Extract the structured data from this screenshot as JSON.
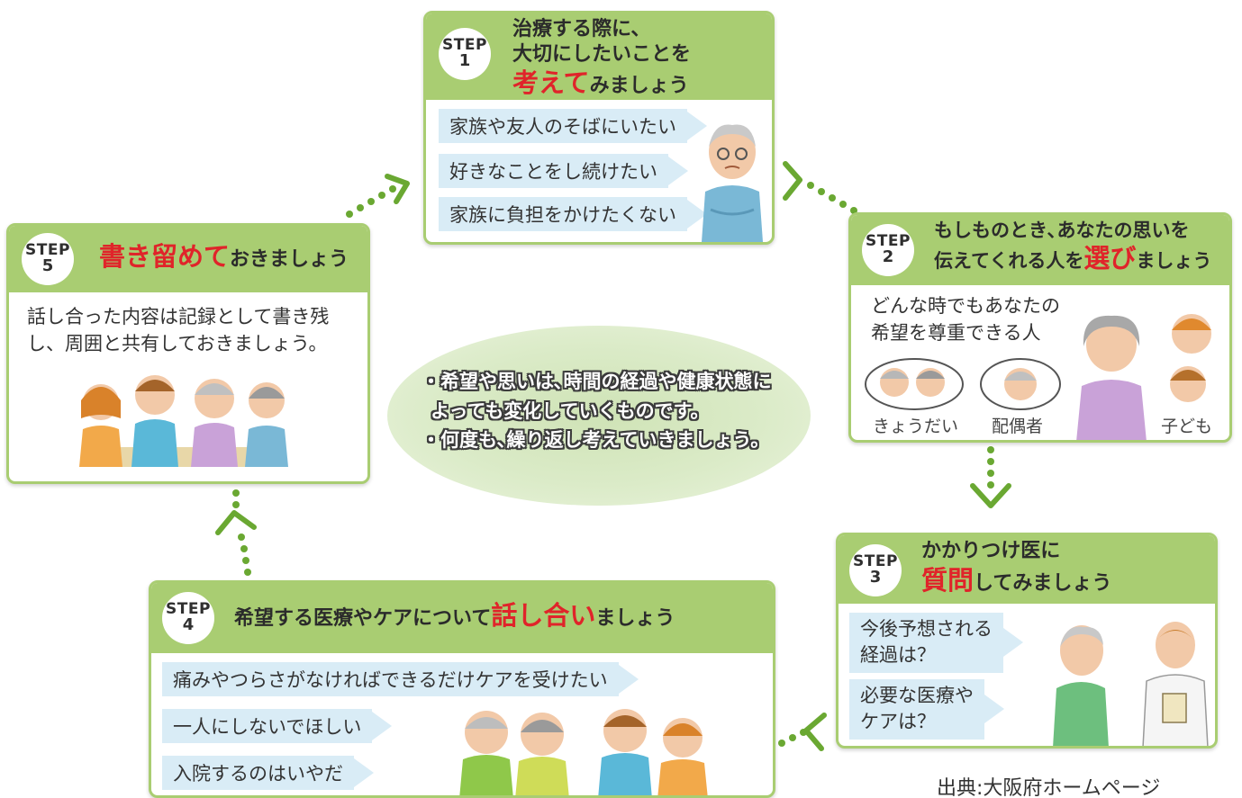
{
  "step1": {
    "badge_label": "STEP",
    "badge_num": "1",
    "title_line1": "治療する際に、",
    "title_line2": "大切にしたいことを",
    "title_hl": "考えて",
    "title_rest": "みましょう",
    "bubbles": [
      "家族や友人のそばにいたい",
      "好きなことをし続けたい",
      "家族に負担をかけたくない"
    ]
  },
  "step2": {
    "badge_label": "STEP",
    "badge_num": "2",
    "title_line1": "もしものとき､あなたの思いを",
    "title_pre": "伝えてくれる人を",
    "title_hl": "選び",
    "title_rest": "ましょう",
    "text_line1": "どんな時でもあなたの",
    "text_line2": "希望を尊重できる人",
    "labels": [
      "きょうだい",
      "配偶者",
      "子ども"
    ]
  },
  "step3": {
    "badge_label": "STEP",
    "badge_num": "3",
    "title_line1": "かかりつけ医に",
    "title_hl": "質問",
    "title_rest": "してみましょう",
    "bubble1_line1": "今後予想される",
    "bubble1_line2": "経過は？",
    "bubble2_line1": "必要な医療や",
    "bubble2_line2": "ケアは？"
  },
  "step4": {
    "badge_label": "STEP",
    "badge_num": "4",
    "title_pre": "希望する医療やケアについて",
    "title_hl": "話し合い",
    "title_rest": "ましょう",
    "bubbles": [
      "痛みやつらさがなければできるだけケアを受けたい",
      "一人にしないでほしい",
      "入院するのはいやだ"
    ]
  },
  "step5": {
    "badge_label": "STEP",
    "badge_num": "5",
    "title_hl": "書き留めて",
    "title_rest": "おきましょう",
    "text_line1": "話し合った内容は記録として書き残",
    "text_line2": "し、周囲と共有しておきましょう。"
  },
  "center": {
    "line1": "・希望や思いは､時間の経過や健康状態に",
    "line2": "よっても変化していくものです。",
    "line3": "・何度も､繰り返し考えていきましょう。"
  },
  "source": "出典:大阪府ホームページ",
  "colors": {
    "accent_green": "#a9cd72",
    "highlight_red": "#e0242a",
    "bubble_blue": "#d9ecf6",
    "arrow_green": "#6aa832"
  }
}
